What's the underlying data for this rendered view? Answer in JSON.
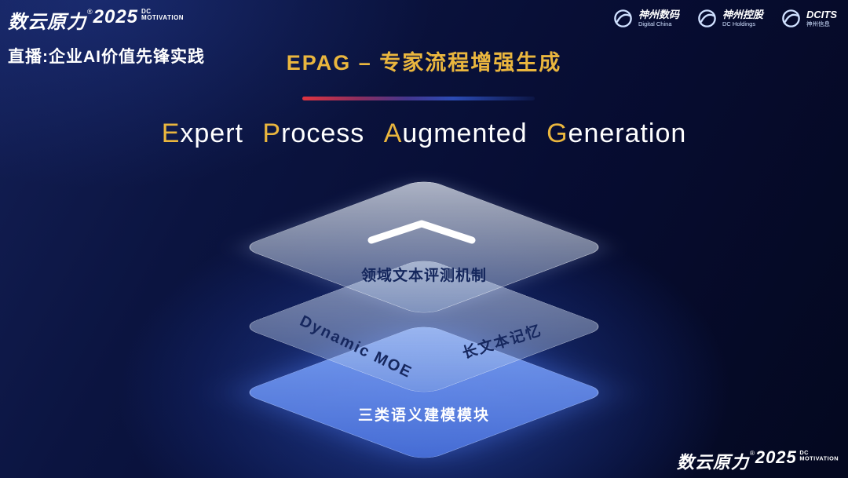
{
  "brand": {
    "zh": "数云原力",
    "reg": "®",
    "year": "2025",
    "sub1": "DC",
    "sub2": "MOTIVATION"
  },
  "header": {
    "live_label": "直播:企业AI价值先锋实践",
    "title": "EPAG – 专家流程增强生成"
  },
  "heading": {
    "words": [
      {
        "initial": "E",
        "rest": "xpert"
      },
      {
        "initial": "P",
        "rest": "rocess"
      },
      {
        "initial": "A",
        "rest": "ugmented"
      },
      {
        "initial": "G",
        "rest": "eneration"
      }
    ]
  },
  "partners": [
    {
      "name": "神州数码",
      "sub": "Digital China"
    },
    {
      "name": "神州控股",
      "sub": "DC Holdings"
    },
    {
      "name": "DCITS",
      "sub": "神州信息"
    }
  ],
  "layers": {
    "top_label": "领域文本评测机制",
    "middle_left_label": "Dynamic  MOE",
    "middle_right_label": "长文本记忆",
    "bottom_label": "三类语义建模模块"
  },
  "colors": {
    "accent_gold": "#EAB63E",
    "line_red": "#E03440",
    "layer_blue": "#5B82E6",
    "background_navy": "#070D33"
  }
}
